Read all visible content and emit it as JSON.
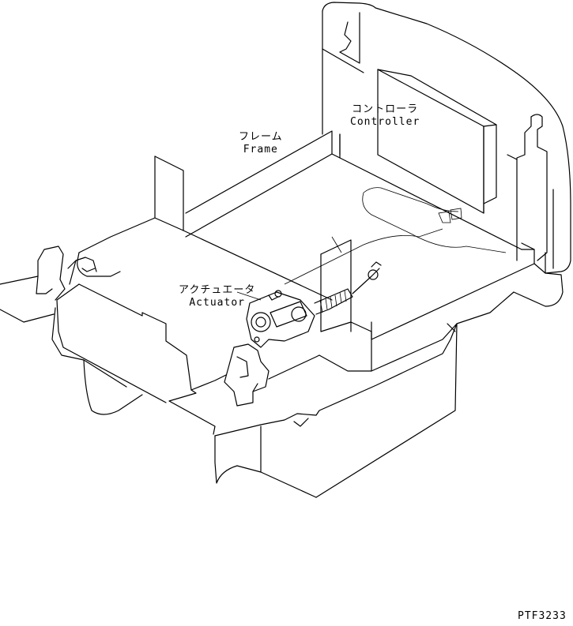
{
  "labels": {
    "controller_jp": "コントローラ",
    "controller_en": "Controller",
    "frame_jp": "フレーム",
    "frame_en": "Frame",
    "actuator_jp": "アクチュエータ",
    "actuator_en": "Actuator"
  },
  "drawing_code": "PTF3233"
}
